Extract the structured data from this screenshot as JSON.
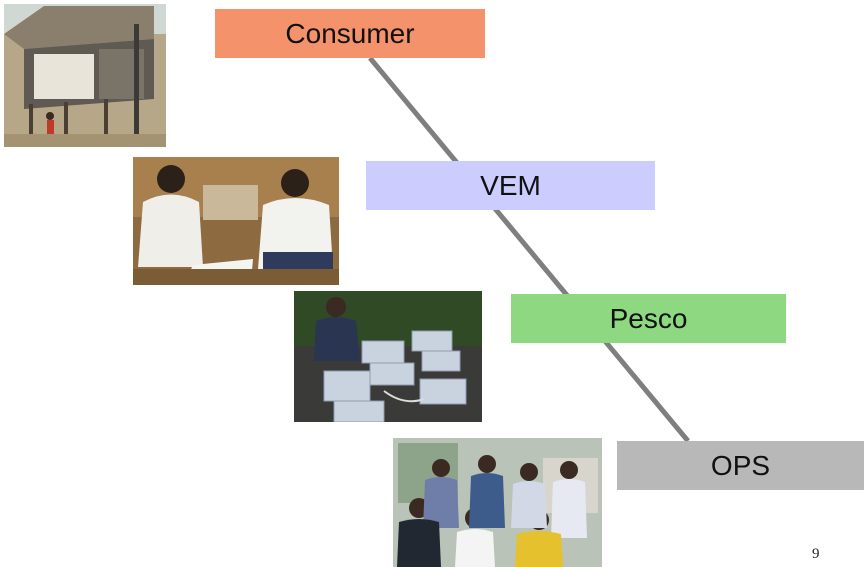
{
  "stages": [
    {
      "label": "Consumer",
      "color": "#f4936b"
    },
    {
      "label": "VEM",
      "color": "#ccccff"
    },
    {
      "label": "Pesco",
      "color": "#8ed882"
    },
    {
      "label": "OPS",
      "color": "#b8b8b8"
    }
  ],
  "connector_color": "#7f7f7f",
  "page_number": "9"
}
